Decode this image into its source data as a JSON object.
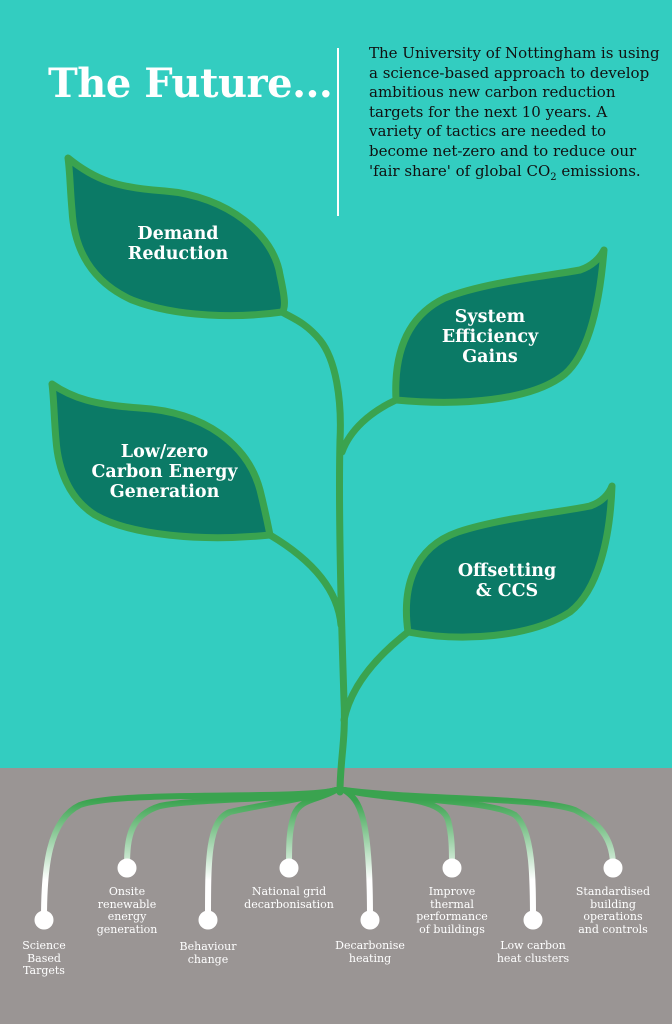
{
  "title": "The Future...",
  "intro": {
    "text_before_sub": "The University of Nottingham is using a science-based approach to develop ambitious new carbon reduction targets for the next 10 years. A variety of tactics are needed to become net-zero and to reduce our 'fair share' of global CO",
    "subscript": "2",
    "text_after_sub": " emissions."
  },
  "leaves": [
    {
      "line1": "Demand",
      "line2": "Reduction",
      "line3": ""
    },
    {
      "line1": "System",
      "line2": "Efficiency",
      "line3": "Gains"
    },
    {
      "line1": "Low/zero",
      "line2": "Carbon Energy",
      "line3": "Generation"
    },
    {
      "line1": "Offsetting",
      "line2": "& CCS",
      "line3": ""
    }
  ],
  "roots": [
    {
      "line1": "Science",
      "line2": "Based",
      "line3": "Targets",
      "line4": ""
    },
    {
      "line1": "Onsite",
      "line2": "renewable",
      "line3": "energy",
      "line4": "generation"
    },
    {
      "line1": "Behaviour",
      "line2": "change",
      "line3": "",
      "line4": ""
    },
    {
      "line1": "National grid",
      "line2": "decarbonisation",
      "line3": "",
      "line4": ""
    },
    {
      "line1": "Decarbonise",
      "line2": "heating",
      "line3": "",
      "line4": ""
    },
    {
      "line1": "Improve",
      "line2": "thermal",
      "line3": "performance",
      "line4": "of buildings"
    },
    {
      "line1": "Low carbon",
      "line2": "heat clusters",
      "line3": "",
      "line4": ""
    },
    {
      "line1": "Standardised",
      "line2": "building",
      "line3": "operations",
      "line4": "and controls"
    }
  ],
  "colors": {
    "sky": "#33cdc0",
    "soil": "#9a9594",
    "leaf_fill": "#0b7a66",
    "stem": "#3aa34f",
    "root_highlight": "#ffffff"
  }
}
